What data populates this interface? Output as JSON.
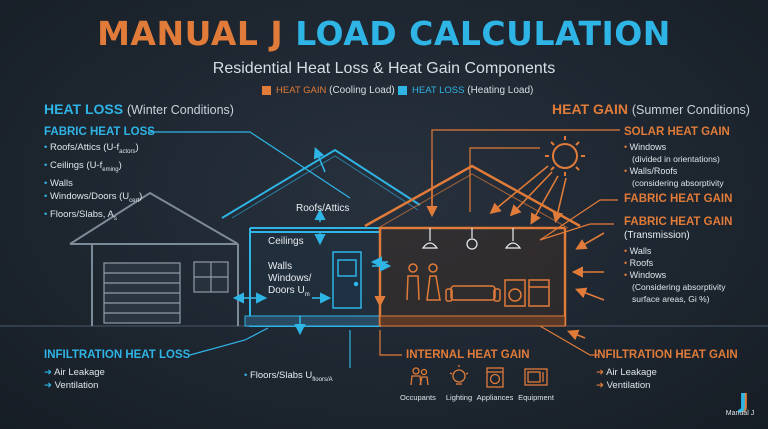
{
  "header": {
    "title_part1": "MANUAL J",
    "title_part2": "LOAD CALCULATION",
    "subtitle": "Residential Heat Loss & Heat Gain Components"
  },
  "legend": {
    "gain": {
      "label": "HEAT GAIN",
      "detail": "(Cooling Load)",
      "color": "#e07b39"
    },
    "loss": {
      "label": "HEAT LOSS",
      "detail": "(Heating Load)",
      "color": "#2fb4e6"
    }
  },
  "heat_loss": {
    "title": "HEAT LOSS",
    "subtitle": "(Winter Conditions)",
    "fabric": {
      "title": "FABRIC HEAT LOSS",
      "items": [
        "Roofs/Attics (U-f",
        "Ceilings (U-f",
        "Walls",
        "Windows/Doors (U",
        "Floors/Slabs, A"
      ],
      "subs": [
        "actors",
        "eming",
        "",
        "cert",
        "s"
      ]
    },
    "infiltration": {
      "title": "INFILTRATION HEAT LOSS",
      "items": [
        "Air Leakage",
        "Ventilation"
      ]
    }
  },
  "heat_gain": {
    "title": "HEAT GAIN",
    "subtitle": "(Summer Conditions)",
    "solar": {
      "title": "SOLAR HEAT GAIN",
      "items": [
        "Windows",
        "(divided in orientations)",
        "Walls/Roofs",
        "(considering absorptivity"
      ]
    },
    "fabric_short": "FABRIC HEAT GAIN",
    "fabric": {
      "title": "FABRIC HEAT GAIN",
      "subtitle": "(Transmission)",
      "items": [
        "Walls",
        "Roofs",
        "Windows",
        "(Considering absorptivity",
        "surface areas, Gi %)"
      ]
    },
    "internal": {
      "title": "INTERNAL HEAT GAIN",
      "icons": [
        "Occupants",
        "Lighting",
        "Appliances",
        "Equipment"
      ]
    },
    "infiltration": {
      "title": "INFILTRATION HEAT GAIN",
      "items": [
        "Air Leakage",
        "Ventilation"
      ]
    }
  },
  "house_labels": {
    "roofs": "Roofs/Attics",
    "ceilings": "Ceilings",
    "walls": "Walls",
    "windows": "Windows/",
    "doors": "Doors U",
    "doors_sub": "m",
    "floors": "Floors/Slabs U",
    "floors_sub": "floors/A"
  },
  "logo": {
    "mark": "J",
    "text": "Manual J"
  },
  "icons": {
    "sun": "sun-icon",
    "lamp": "pendant-lamp-icon",
    "bulb": "bulb-icon",
    "occupant": "person-icon",
    "appliance": "washer-icon",
    "equipment": "microwave-icon",
    "sofa": "sofa-icon",
    "garage": "garage-door-icon",
    "door": "front-door-icon"
  }
}
